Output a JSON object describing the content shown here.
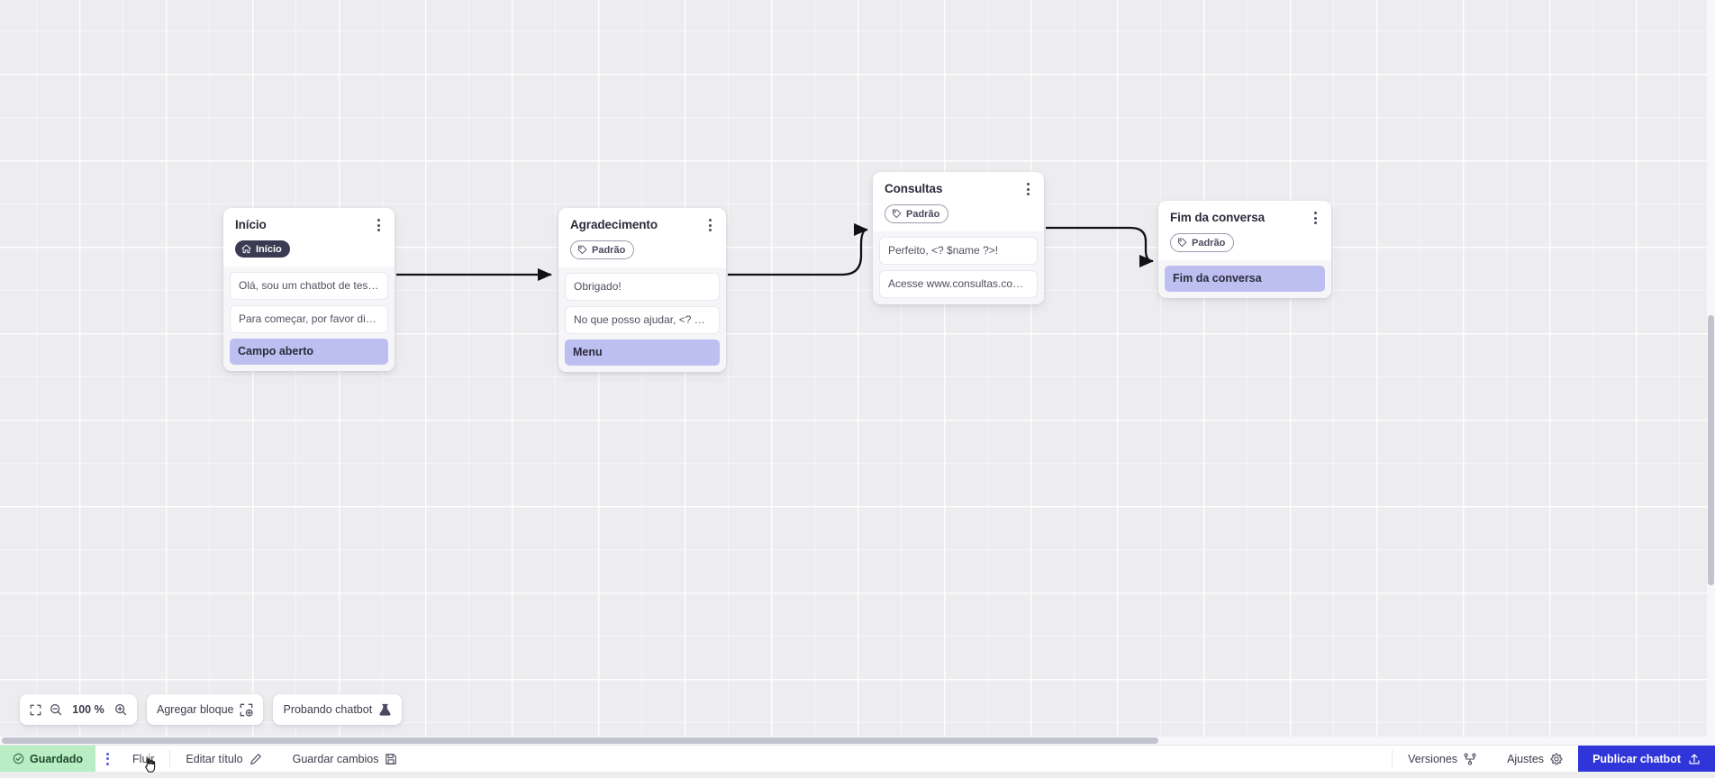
{
  "canvas": {
    "grid": "dotted-grid",
    "background_color": "#ededf0"
  },
  "nodes": [
    {
      "id": "inicio",
      "title": "Início",
      "badge": {
        "label": "Início",
        "style": "dark",
        "icon": "home-icon"
      },
      "messages": [
        "Olá, sou um chatbot de teste!",
        "Para começar, por favor digite o ..."
      ],
      "option": "Campo aberto",
      "menu_icon": "kebab-menu-icon"
    },
    {
      "id": "agradecimento",
      "title": "Agradecimento",
      "badge": {
        "label": "Padrão",
        "style": "outline",
        "icon": "tag-icon"
      },
      "messages": [
        "Obrigado!",
        "No que posso ajudar, <? $name ..."
      ],
      "option": "Menu",
      "menu_icon": "kebab-menu-icon"
    },
    {
      "id": "consultas",
      "title": "Consultas",
      "badge": {
        "label": "Padrão",
        "style": "outline",
        "icon": "tag-icon"
      },
      "messages": [
        "Perfeito, <? $name ?>!",
        "Acesse www.consultas.com par..."
      ],
      "option": null,
      "menu_icon": "kebab-menu-icon"
    },
    {
      "id": "fim",
      "title": "Fim da conversa",
      "badge": {
        "label": "Padrão",
        "style": "outline",
        "icon": "tag-icon"
      },
      "messages": [],
      "option": "Fim da conversa",
      "menu_icon": "kebab-menu-icon"
    }
  ],
  "toolbar": {
    "fit_icon": "fit-screen-icon",
    "zoom_out_icon": "zoom-out-icon",
    "zoom_level": "100 %",
    "zoom_in_icon": "zoom-in-icon",
    "add_block_label": "Agregar bloque",
    "add_block_icon": "add-block-icon",
    "test_label": "Probando chatbot",
    "test_icon": "flask-icon"
  },
  "statusbar": {
    "saved_label": "Guardado",
    "saved_icon": "check-circle-icon",
    "saved_color": "#b9edc4",
    "kebab_icon": "kebab-menu-icon",
    "flow_label": "Fluir",
    "edit_title_label": "Editar título",
    "edit_title_icon": "pencil-icon",
    "save_changes_label": "Guardar cambios",
    "save_changes_icon": "floppy-disk-icon",
    "versions_label": "Versiones",
    "versions_icon": "branch-icon",
    "settings_label": "Ajustes",
    "settings_icon": "gear-icon",
    "publish_label": "Publicar chatbot",
    "publish_icon": "upload-icon",
    "publish_color": "#2f35d8"
  },
  "scrollbars": {
    "vertical_icon": "vertical-scrollbar",
    "horizontal_icon": "horizontal-scrollbar"
  },
  "colors": {
    "option_fill": "#bdbff0",
    "badge_dark": "#3a3a52",
    "edge_stroke": "#111118"
  }
}
